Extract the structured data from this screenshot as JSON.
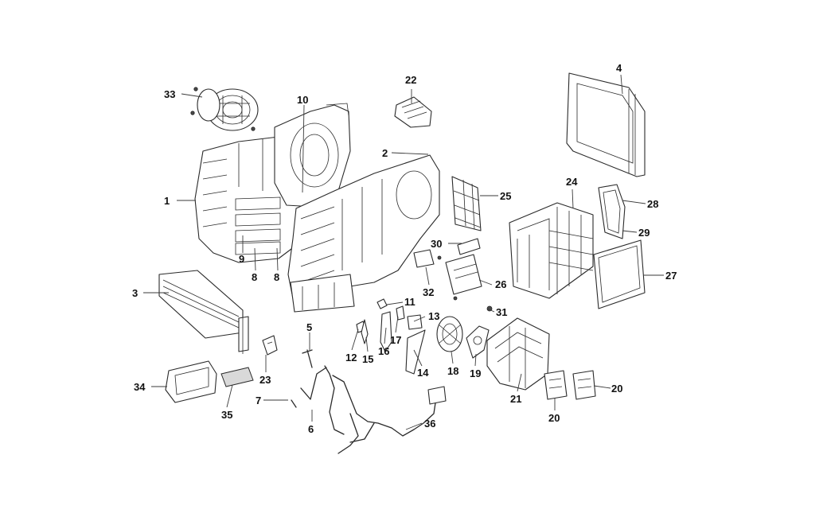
{
  "callouts": {
    "c1": "1",
    "c2": "2",
    "c3": "3",
    "c4": "4",
    "c5": "5",
    "c6": "6",
    "c7": "7",
    "c8a": "8",
    "c8b": "8",
    "c9": "9",
    "c10": "10",
    "c11": "11",
    "c12": "12",
    "c13": "13",
    "c14": "14",
    "c15": "15",
    "c16": "16",
    "c17": "17",
    "c18": "18",
    "c19": "19",
    "c20a": "20",
    "c20b": "20",
    "c21": "21",
    "c22": "22",
    "c23": "23",
    "c24": "24",
    "c25": "25",
    "c26": "26",
    "c27": "27",
    "c28": "28",
    "c29": "29",
    "c30": "30",
    "c31": "31",
    "c32": "32",
    "c33": "33",
    "c34": "34",
    "c35": "35",
    "c36": "36"
  },
  "colors": {
    "line": "#2a2a2a",
    "shade": "#d9d9d9",
    "background": "#ffffff"
  }
}
